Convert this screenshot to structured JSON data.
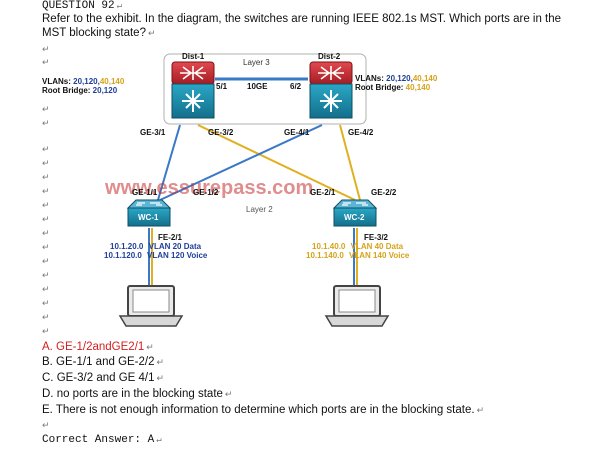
{
  "question": {
    "number_label": "QUESTION 92",
    "text_line1": "Refer to the exhibit. In the diagram, the switches are running IEEE 802.1s MST. Which ports are in the",
    "text_line2": "MST blocking state?"
  },
  "diagram": {
    "dist1": {
      "name": "Dist-1",
      "vlans_label": "VLANs:",
      "vlans_value": "20,120,40,140",
      "root_label": "Root Bridge:",
      "root_value": "20,120"
    },
    "dist2": {
      "name": "Dist-2",
      "vlans_label": "VLANs:",
      "vlans_value": "20,120,40,140",
      "root_label": "Root Bridge:",
      "root_value": "40,140"
    },
    "layer3_label": "Layer 3",
    "layer2_label": "Layer 2",
    "link_label": "10GE",
    "port_5_1": "5/1",
    "port_6_2": "6/2",
    "ge31": "GE-3/1",
    "ge32": "GE-3/2",
    "ge41": "GE-4/1",
    "ge42": "GE-4/2",
    "ge11": "GE-1/1",
    "ge12": "GE-1/2",
    "ge21": "GE-2/1",
    "ge22": "GE-2/2",
    "wc1": "WC-1",
    "wc2": "WC-2",
    "fe21": "FE-2/1",
    "fe32": "FE-3/2",
    "wc1_data_ip": "10.1.20.0",
    "wc1_data_vlan": "VLAN 20 Data",
    "wc1_voice_ip": "10.1.120.0",
    "wc1_voice_vlan": "VLAN 120 Voice",
    "wc2_data_ip": "10.1.40.0",
    "wc2_data_vlan": "VLAN 40 Data",
    "wc2_voice_ip": "10.1.140.0",
    "wc2_voice_vlan": "VLAN 140 Voice",
    "watermark": "www.essurepass.com"
  },
  "answers": [
    {
      "text": "A. GE-1/2andGE2/1",
      "color": "#d42020"
    },
    {
      "text": "B. GE-1/1 and GE-2/2",
      "color": "#111111"
    },
    {
      "text": "C. GE-3/2 and GE 4/1",
      "color": "#111111"
    },
    {
      "text": "D. no ports are in the blocking state",
      "color": "#111111"
    },
    {
      "text": "E. There is not enough information to determine which ports are in the blocking state.",
      "color": "#111111"
    }
  ],
  "correct_answer": "Correct Answer: A",
  "colors": {
    "router_red": "#c8262e",
    "switch_teal": "#1b8fae",
    "link_blue": "#3a78c8",
    "link_yellow": "#e0b020",
    "watermark_red": "#c43030",
    "answer_red": "#d42020"
  }
}
